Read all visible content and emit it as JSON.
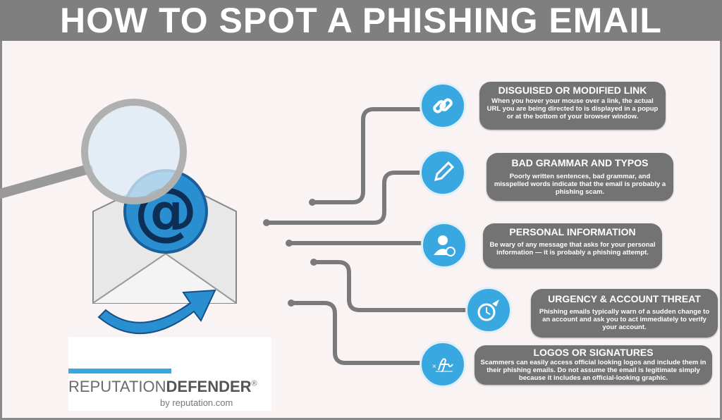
{
  "title": "HOW TO SPOT A PHISHING EMAIL",
  "accent": "#3aa8e0",
  "items": [
    {
      "icon": "link-icon",
      "title": "DISGUISED OR MODIFIED LINK",
      "text": "When you hover your mouse over a link, the actual URL you are being directed to is displayed in a popup or at the bottom of your browser window."
    },
    {
      "icon": "pencil-icon",
      "title": "BAD GRAMMAR AND TYPOS",
      "text": "Poorly written sentences, bad grammar, and misspelled words indicate that the email is probably a phishing scam."
    },
    {
      "icon": "user-info-icon",
      "title": "PERSONAL INFORMATION",
      "text": "Be wary of any message that asks for your personal information — it is probably a phishing attempt."
    },
    {
      "icon": "clock-wings-icon",
      "title": "URGENCY & ACCOUNT THREAT",
      "text": "Phishing emails typically warn of a sudden change to an account and ask you to act immediately to verify your account."
    },
    {
      "icon": "signature-icon",
      "title": "LOGOS OR SIGNATURES",
      "text": "Scammers can easily access official looking logos and include them in their phishing emails. Do not assume the email is legitimate simply because it includes an official-looking graphic."
    }
  ],
  "logo": {
    "part1": "REPUTATION",
    "part2": "DEFENDER",
    "reg": "®",
    "by": "by reputation.com"
  }
}
